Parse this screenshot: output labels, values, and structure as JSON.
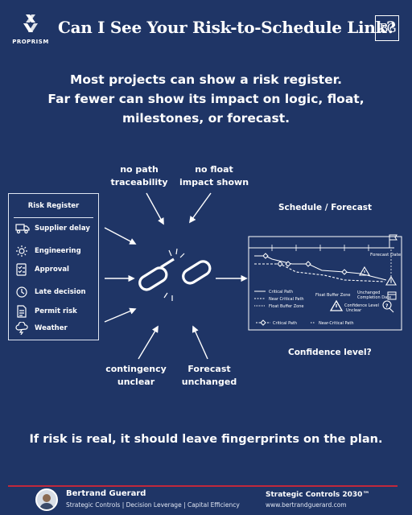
{
  "header": {
    "title": "Can I See Your Risk-to-Schedule Link?",
    "logo_left_text": "PROPRISM",
    "logo_right_text": "BG"
  },
  "intro": [
    "Most projects can show a risk register.",
    "Far fewer can show its impact on logic, float,",
    "milestones, or forecast."
  ],
  "callouts": {
    "top_left": [
      "no path",
      "traceability"
    ],
    "top_right": [
      "no float",
      "impact shown"
    ],
    "bottom_left": [
      "contingency",
      "unclear"
    ],
    "bottom_right": [
      "Forecast",
      "unchanged"
    ]
  },
  "risk_register": {
    "title": "Risk Register",
    "items": [
      {
        "label": "Supplier delay",
        "icon": "truck-icon"
      },
      {
        "label": "Engineering",
        "icon": "gear-icon"
      },
      {
        "label": "Approval",
        "icon": "checklist-icon"
      },
      {
        "label": "Late decision",
        "icon": "clock-icon"
      },
      {
        "label": "Permit risk",
        "icon": "document-icon"
      },
      {
        "label": "Weather",
        "icon": "storm-cloud-icon"
      }
    ]
  },
  "center_icon": "broken-chain-icon",
  "schedule": {
    "title": "Schedule / Forecast",
    "forecast_date": "Forecast Date",
    "float_buffer_zone": "Float Buffer Zone",
    "unchanged_completion": [
      "Unchanged",
      "Completion Date"
    ],
    "confidence_unclear": [
      "Confidence Level",
      "Unclear"
    ],
    "legend_inner": [
      "Critical Path",
      "Near Critical Path",
      "Float Buffer Zone"
    ],
    "legend_bottom": [
      "Critical Path",
      "Near-Critical Path"
    ],
    "confidence_question": "Confidence level?"
  },
  "tagline": "If risk is real, it should leave fingerprints on the plan.",
  "footer": {
    "name": "Bertrand Guerard",
    "subtitle": "Strategic Controls | Decision Leverage | Capital Efficiency",
    "brand": "Strategic Controls 2030™",
    "url": "www.bertrandguerard.com"
  },
  "colors": {
    "background": "#1f3566",
    "text": "#ffffff",
    "accent_red": "#c0283c"
  }
}
